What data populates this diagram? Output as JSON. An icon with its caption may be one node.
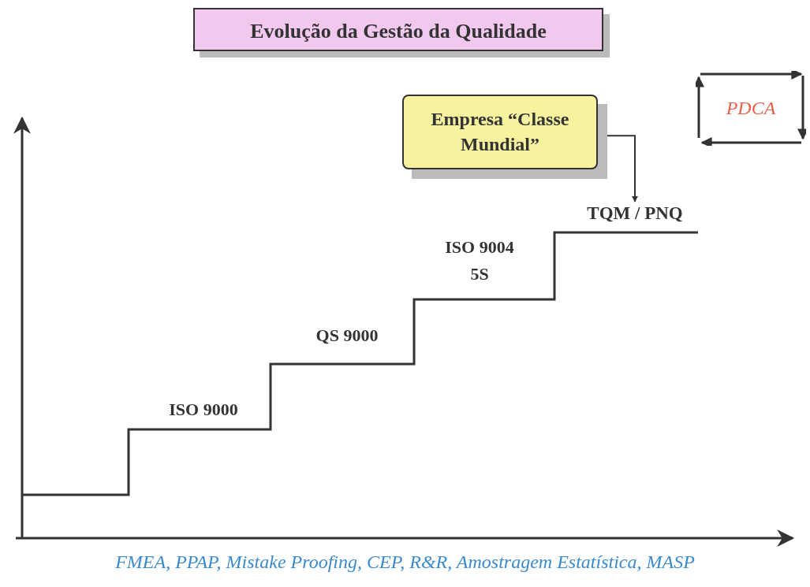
{
  "diagram": {
    "title": "Evolução da Gestão da Qualidade",
    "nodes": [
      {
        "text": [
          "Empresa “Classe Mundial”"
        ]
      },
      {
        "text": [
          "TQM / PNQ"
        ]
      },
      {
        "text": [
          "PDCA"
        ]
      }
    ],
    "edges": [
      {
        "from": 0,
        "to": 1,
        "arrow": "to"
      }
    ],
    "labels": [
      "ISO 9000",
      "QS 9000",
      "ISO 9004",
      "5S"
    ],
    "caption": "FMEA, PPAP, Mistake Proofing, CEP, R&R, Amostragem Estatística, MASP"
  }
}
